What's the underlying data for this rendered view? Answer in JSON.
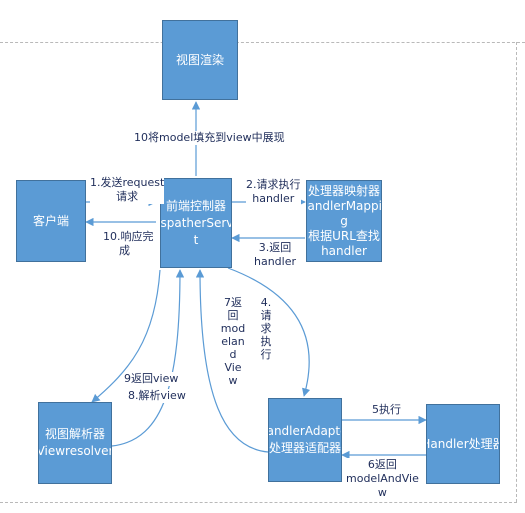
{
  "nodes": {
    "view_render": {
      "lines": [
        "视图渲染"
      ]
    },
    "client": {
      "lines": [
        "客户端"
      ]
    },
    "dispatcher": {
      "lines": [
        "前端控制器",
        "DispatherServle",
        "t"
      ]
    },
    "handler_mapping": {
      "lines": [
        "处理器映射器",
        "HandlerMappin",
        "g",
        "根据URL查找",
        "handler"
      ]
    },
    "view_resolver": {
      "lines": [
        "视图解析器",
        "Viewresolver"
      ]
    },
    "handler_adapter": {
      "lines": [
        "HandlerAdapter",
        "处理器适配器"
      ]
    },
    "handler": {
      "lines": [
        "Handler处理器"
      ]
    }
  },
  "edges": {
    "e10_fill_model": {
      "lines": [
        "10将model填充到view中展现"
      ]
    },
    "e1_send_request": {
      "lines": [
        "1.发送request",
        "请求"
      ]
    },
    "e10_response": {
      "lines": [
        "10.响应完",
        "成"
      ]
    },
    "e2_request_handler": {
      "lines": [
        "2.请求执行",
        "handler"
      ]
    },
    "e3_return_handler": {
      "lines": [
        "3.返回",
        "handler"
      ]
    },
    "e4_request_execute": {
      "chars": [
        "4.",
        "请",
        "求",
        "执",
        "行"
      ]
    },
    "e7_return_mav": {
      "chars": [
        "7返",
        "回",
        "mod",
        "elan",
        "d",
        "Vie",
        "w"
      ]
    },
    "e9_return_view": {
      "lines": [
        "9返回view"
      ]
    },
    "e8_resolve_view": {
      "lines": [
        "8.解析view"
      ]
    },
    "e5_execute": {
      "lines": [
        "5执行"
      ]
    },
    "e6_return_mav": {
      "lines": [
        "6返回",
        "modelAndVie",
        "w"
      ]
    }
  },
  "colors": {
    "node_fill": "#5b9bd5",
    "node_border": "#41719c",
    "arrow": "#5b9bd5",
    "label_text": "#1f2d5a"
  }
}
